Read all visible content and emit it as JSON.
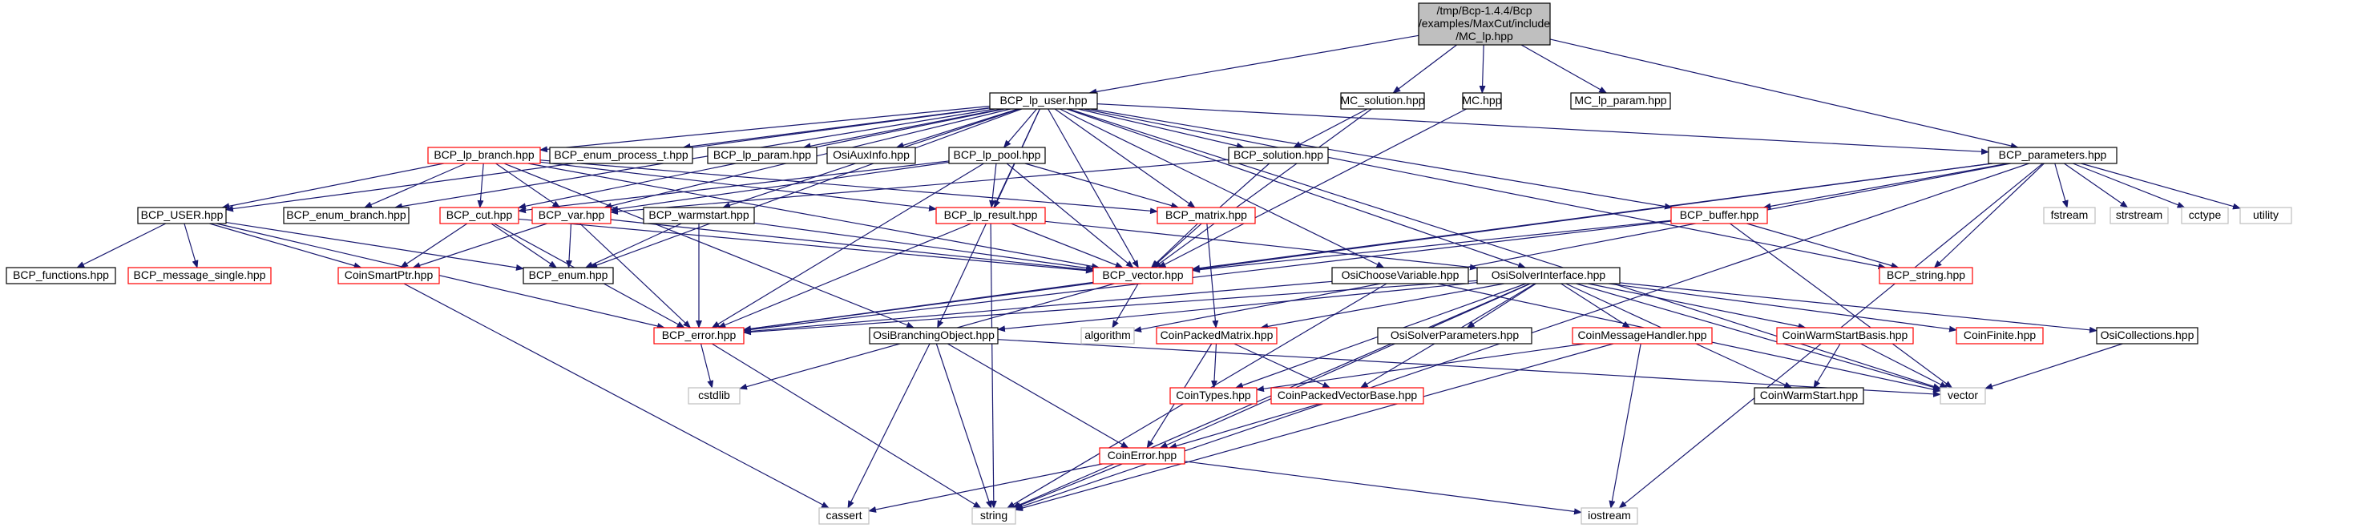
{
  "colors": {
    "edge": "#191970",
    "root_fill": "#bfbfbf",
    "root_stroke": "#000000",
    "documented_stroke": "#000000",
    "incomplete_stroke": "#ff0000",
    "external_stroke": "#bfbfbf",
    "box_fill": "#ffffff",
    "text": "#000000"
  },
  "nodes": [
    {
      "id": "root",
      "lines": [
        "/tmp/Bcp-1.4.4/Bcp",
        "/examples/MaxCut/include",
        "/MC_lp.hpp"
      ],
      "style": "root"
    },
    {
      "id": "bcp_lp_user",
      "lines": [
        "BCP_lp_user.hpp"
      ],
      "style": "documented"
    },
    {
      "id": "mc_solution",
      "lines": [
        "MC_solution.hpp"
      ],
      "style": "documented"
    },
    {
      "id": "mc",
      "lines": [
        "MC.hpp"
      ],
      "style": "documented"
    },
    {
      "id": "mc_lp_param",
      "lines": [
        "MC_lp_param.hpp"
      ],
      "style": "documented"
    },
    {
      "id": "bcp_lp_branch",
      "lines": [
        "BCP_lp_branch.hpp"
      ],
      "style": "incomplete"
    },
    {
      "id": "bcp_enum_process_t",
      "lines": [
        "BCP_enum_process_t.hpp"
      ],
      "style": "documented"
    },
    {
      "id": "bcp_lp_param",
      "lines": [
        "BCP_lp_param.hpp"
      ],
      "style": "documented"
    },
    {
      "id": "osiauxinfo",
      "lines": [
        "OsiAuxInfo.hpp"
      ],
      "style": "documented"
    },
    {
      "id": "bcp_lp_pool",
      "lines": [
        "BCP_lp_pool.hpp"
      ],
      "style": "documented"
    },
    {
      "id": "bcp_solution",
      "lines": [
        "BCP_solution.hpp"
      ],
      "style": "documented"
    },
    {
      "id": "bcp_parameters",
      "lines": [
        "BCP_parameters.hpp"
      ],
      "style": "documented"
    },
    {
      "id": "bcp_user",
      "lines": [
        "BCP_USER.hpp"
      ],
      "style": "documented"
    },
    {
      "id": "bcp_enum_branch",
      "lines": [
        "BCP_enum_branch.hpp"
      ],
      "style": "documented"
    },
    {
      "id": "bcp_cut",
      "lines": [
        "BCP_cut.hpp"
      ],
      "style": "incomplete"
    },
    {
      "id": "bcp_var",
      "lines": [
        "BCP_var.hpp"
      ],
      "style": "incomplete"
    },
    {
      "id": "bcp_warmstart",
      "lines": [
        "BCP_warmstart.hpp"
      ],
      "style": "documented"
    },
    {
      "id": "bcp_lp_result",
      "lines": [
        "BCP_lp_result.hpp"
      ],
      "style": "incomplete"
    },
    {
      "id": "bcp_matrix",
      "lines": [
        "BCP_matrix.hpp"
      ],
      "style": "incomplete"
    },
    {
      "id": "bcp_buffer",
      "lines": [
        "BCP_buffer.hpp"
      ],
      "style": "incomplete"
    },
    {
      "id": "fstream",
      "lines": [
        "fstream"
      ],
      "style": "external"
    },
    {
      "id": "strstream",
      "lines": [
        "strstream"
      ],
      "style": "external"
    },
    {
      "id": "cctype",
      "lines": [
        "cctype"
      ],
      "style": "external"
    },
    {
      "id": "utility",
      "lines": [
        "utility"
      ],
      "style": "external"
    },
    {
      "id": "bcp_functions",
      "lines": [
        "BCP_functions.hpp"
      ],
      "style": "documented"
    },
    {
      "id": "bcp_message_single",
      "lines": [
        "BCP_message_single.hpp"
      ],
      "style": "incomplete"
    },
    {
      "id": "coinsmartptr",
      "lines": [
        "CoinSmartPtr.hpp"
      ],
      "style": "incomplete"
    },
    {
      "id": "bcp_enum",
      "lines": [
        "BCP_enum.hpp"
      ],
      "style": "documented"
    },
    {
      "id": "bcp_vector",
      "lines": [
        "BCP_vector.hpp"
      ],
      "style": "incomplete"
    },
    {
      "id": "osichoosevariable",
      "lines": [
        "OsiChooseVariable.hpp"
      ],
      "style": "documented"
    },
    {
      "id": "osisolverinterface",
      "lines": [
        "OsiSolverInterface.hpp"
      ],
      "style": "documented"
    },
    {
      "id": "bcp_string",
      "lines": [
        "BCP_string.hpp"
      ],
      "style": "incomplete"
    },
    {
      "id": "bcp_error",
      "lines": [
        "BCP_error.hpp"
      ],
      "style": "incomplete"
    },
    {
      "id": "osibranchingobject",
      "lines": [
        "OsiBranchingObject.hpp"
      ],
      "style": "documented"
    },
    {
      "id": "algorithm",
      "lines": [
        "algorithm"
      ],
      "style": "external"
    },
    {
      "id": "coinpackedmatrix",
      "lines": [
        "CoinPackedMatrix.hpp"
      ],
      "style": "incomplete"
    },
    {
      "id": "osisolverparameters",
      "lines": [
        "OsiSolverParameters.hpp"
      ],
      "style": "documented"
    },
    {
      "id": "coinmessagehandler",
      "lines": [
        "CoinMessageHandler.hpp"
      ],
      "style": "incomplete"
    },
    {
      "id": "coinwarmstartbasis",
      "lines": [
        "CoinWarmStartBasis.hpp"
      ],
      "style": "incomplete"
    },
    {
      "id": "coinfinite",
      "lines": [
        "CoinFinite.hpp"
      ],
      "style": "incomplete"
    },
    {
      "id": "osicollections",
      "lines": [
        "OsiCollections.hpp"
      ],
      "style": "documented"
    },
    {
      "id": "cstdlib",
      "lines": [
        "cstdlib"
      ],
      "style": "external"
    },
    {
      "id": "cointypes",
      "lines": [
        "CoinTypes.hpp"
      ],
      "style": "incomplete"
    },
    {
      "id": "coinpackedvectorbase",
      "lines": [
        "CoinPackedVectorBase.hpp"
      ],
      "style": "incomplete"
    },
    {
      "id": "coinwarmstart",
      "lines": [
        "CoinWarmStart.hpp"
      ],
      "style": "documented"
    },
    {
      "id": "vector",
      "lines": [
        "vector"
      ],
      "style": "external"
    },
    {
      "id": "coinerror",
      "lines": [
        "CoinError.hpp"
      ],
      "style": "incomplete"
    },
    {
      "id": "cassert",
      "lines": [
        "cassert"
      ],
      "style": "external"
    },
    {
      "id": "string",
      "lines": [
        "string"
      ],
      "style": "external"
    },
    {
      "id": "iostream",
      "lines": [
        "iostream"
      ],
      "style": "external"
    }
  ],
  "edges": [
    [
      "root",
      "bcp_lp_user"
    ],
    [
      "root",
      "mc_solution"
    ],
    [
      "root",
      "mc"
    ],
    [
      "root",
      "mc_lp_param"
    ],
    [
      "root",
      "bcp_parameters"
    ],
    [
      "bcp_lp_user",
      "bcp_lp_branch"
    ],
    [
      "bcp_lp_user",
      "bcp_enum_process_t"
    ],
    [
      "bcp_lp_user",
      "bcp_lp_param"
    ],
    [
      "bcp_lp_user",
      "osiauxinfo"
    ],
    [
      "bcp_lp_user",
      "bcp_lp_pool"
    ],
    [
      "bcp_lp_user",
      "bcp_solution"
    ],
    [
      "bcp_lp_user",
      "bcp_parameters"
    ],
    [
      "bcp_lp_user",
      "bcp_user"
    ],
    [
      "bcp_lp_user",
      "bcp_enum_branch"
    ],
    [
      "bcp_lp_user",
      "bcp_cut"
    ],
    [
      "bcp_lp_user",
      "bcp_var"
    ],
    [
      "bcp_lp_user",
      "bcp_warmstart"
    ],
    [
      "bcp_lp_user",
      "bcp_lp_result"
    ],
    [
      "bcp_lp_user",
      "bcp_matrix"
    ],
    [
      "bcp_lp_user",
      "bcp_buffer"
    ],
    [
      "bcp_lp_user",
      "bcp_vector"
    ],
    [
      "bcp_lp_user",
      "osichoosevariable"
    ],
    [
      "bcp_lp_user",
      "osisolverinterface"
    ],
    [
      "bcp_lp_user",
      "bcp_string"
    ],
    [
      "bcp_lp_user",
      "osibranchingobject"
    ],
    [
      "bcp_lp_user",
      "bcp_enum"
    ],
    [
      "bcp_lp_user",
      "vector"
    ],
    [
      "mc_solution",
      "bcp_solution"
    ],
    [
      "mc_solution",
      "bcp_vector"
    ],
    [
      "mc",
      "bcp_vector"
    ],
    [
      "bcp_lp_branch",
      "bcp_user"
    ],
    [
      "bcp_lp_branch",
      "bcp_enum_branch"
    ],
    [
      "bcp_lp_branch",
      "bcp_cut"
    ],
    [
      "bcp_lp_branch",
      "bcp_var"
    ],
    [
      "bcp_lp_branch",
      "bcp_vector"
    ],
    [
      "bcp_lp_branch",
      "osibranchingobject"
    ],
    [
      "bcp_lp_branch",
      "bcp_matrix"
    ],
    [
      "bcp_lp_branch",
      "bcp_lp_result"
    ],
    [
      "bcp_lp_pool",
      "bcp_cut"
    ],
    [
      "bcp_lp_pool",
      "bcp_var"
    ],
    [
      "bcp_lp_pool",
      "bcp_lp_result"
    ],
    [
      "bcp_lp_pool",
      "bcp_matrix"
    ],
    [
      "bcp_lp_pool",
      "bcp_vector"
    ],
    [
      "bcp_lp_pool",
      "bcp_error"
    ],
    [
      "bcp_solution",
      "bcp_var"
    ],
    [
      "bcp_solution",
      "bcp_vector"
    ],
    [
      "bcp_parameters",
      "fstream"
    ],
    [
      "bcp_parameters",
      "strstream"
    ],
    [
      "bcp_parameters",
      "cctype"
    ],
    [
      "bcp_parameters",
      "utility"
    ],
    [
      "bcp_parameters",
      "bcp_buffer"
    ],
    [
      "bcp_parameters",
      "bcp_string"
    ],
    [
      "bcp_parameters",
      "bcp_vector"
    ],
    [
      "bcp_parameters",
      "bcp_error"
    ],
    [
      "bcp_parameters",
      "string"
    ],
    [
      "bcp_parameters",
      "iostream"
    ],
    [
      "bcp_parameters",
      "algorithm"
    ],
    [
      "bcp_user",
      "bcp_functions"
    ],
    [
      "bcp_user",
      "bcp_message_single"
    ],
    [
      "bcp_user",
      "coinsmartptr"
    ],
    [
      "bcp_user",
      "bcp_enum"
    ],
    [
      "bcp_user",
      "bcp_error"
    ],
    [
      "bcp_cut",
      "coinsmartptr"
    ],
    [
      "bcp_cut",
      "bcp_enum"
    ],
    [
      "bcp_cut",
      "bcp_vector"
    ],
    [
      "bcp_cut",
      "bcp_error"
    ],
    [
      "bcp_var",
      "coinsmartptr"
    ],
    [
      "bcp_var",
      "bcp_enum"
    ],
    [
      "bcp_var",
      "bcp_vector"
    ],
    [
      "bcp_var",
      "bcp_error"
    ],
    [
      "bcp_warmstart",
      "bcp_enum"
    ],
    [
      "bcp_warmstart",
      "bcp_vector"
    ],
    [
      "bcp_warmstart",
      "bcp_error"
    ],
    [
      "bcp_lp_result",
      "bcp_vector"
    ],
    [
      "bcp_lp_result",
      "osisolverinterface"
    ],
    [
      "bcp_lp_result",
      "bcp_error"
    ],
    [
      "bcp_lp_result",
      "string"
    ],
    [
      "bcp_matrix",
      "bcp_vector"
    ],
    [
      "bcp_matrix",
      "coinpackedmatrix"
    ],
    [
      "bcp_buffer",
      "bcp_vector"
    ],
    [
      "bcp_buffer",
      "bcp_string"
    ],
    [
      "bcp_buffer",
      "bcp_error"
    ],
    [
      "bcp_buffer",
      "vector"
    ],
    [
      "coinsmartptr",
      "cassert"
    ],
    [
      "bcp_vector",
      "bcp_error"
    ],
    [
      "bcp_vector",
      "algorithm"
    ],
    [
      "bcp_vector",
      "cstdlib"
    ],
    [
      "osichoosevariable",
      "string"
    ],
    [
      "osichoosevariable",
      "vector"
    ],
    [
      "osichoosevariable",
      "bcp_error"
    ],
    [
      "osisolverinterface",
      "osibranchingobject"
    ],
    [
      "osisolverinterface",
      "coinpackedmatrix"
    ],
    [
      "osisolverinterface",
      "osisolverparameters"
    ],
    [
      "osisolverinterface",
      "coinmessagehandler"
    ],
    [
      "osisolverinterface",
      "coinwarmstartbasis"
    ],
    [
      "osisolverinterface",
      "coinfinite"
    ],
    [
      "osisolverinterface",
      "osicollections"
    ],
    [
      "osisolverinterface",
      "cointypes"
    ],
    [
      "osisolverinterface",
      "coinpackedvectorbase"
    ],
    [
      "osisolverinterface",
      "coinwarmstart"
    ],
    [
      "osisolverinterface",
      "vector"
    ],
    [
      "osisolverinterface",
      "coinerror"
    ],
    [
      "osisolverinterface",
      "string"
    ],
    [
      "osisolverinterface",
      "bcp_error"
    ],
    [
      "bcp_error",
      "cstdlib"
    ],
    [
      "bcp_error",
      "string"
    ],
    [
      "osibranchingobject",
      "coinerror"
    ],
    [
      "osibranchingobject",
      "string"
    ],
    [
      "osibranchingobject",
      "cassert"
    ],
    [
      "osibranchingobject",
      "vector"
    ],
    [
      "coinpackedmatrix",
      "cointypes"
    ],
    [
      "coinpackedmatrix",
      "coinpackedvectorbase"
    ],
    [
      "coinpackedmatrix",
      "coinerror"
    ],
    [
      "coinmessagehandler",
      "cointypes"
    ],
    [
      "coinmessagehandler",
      "iostream"
    ],
    [
      "coinmessagehandler",
      "string"
    ],
    [
      "coinwarmstartbasis",
      "coinwarmstart"
    ],
    [
      "coinwarmstartbasis",
      "vector"
    ],
    [
      "osicollections",
      "vector"
    ],
    [
      "coinpackedvectorbase",
      "coinerror"
    ],
    [
      "coinerror",
      "string"
    ],
    [
      "coinerror",
      "iostream"
    ],
    [
      "coinerror",
      "cassert"
    ]
  ]
}
